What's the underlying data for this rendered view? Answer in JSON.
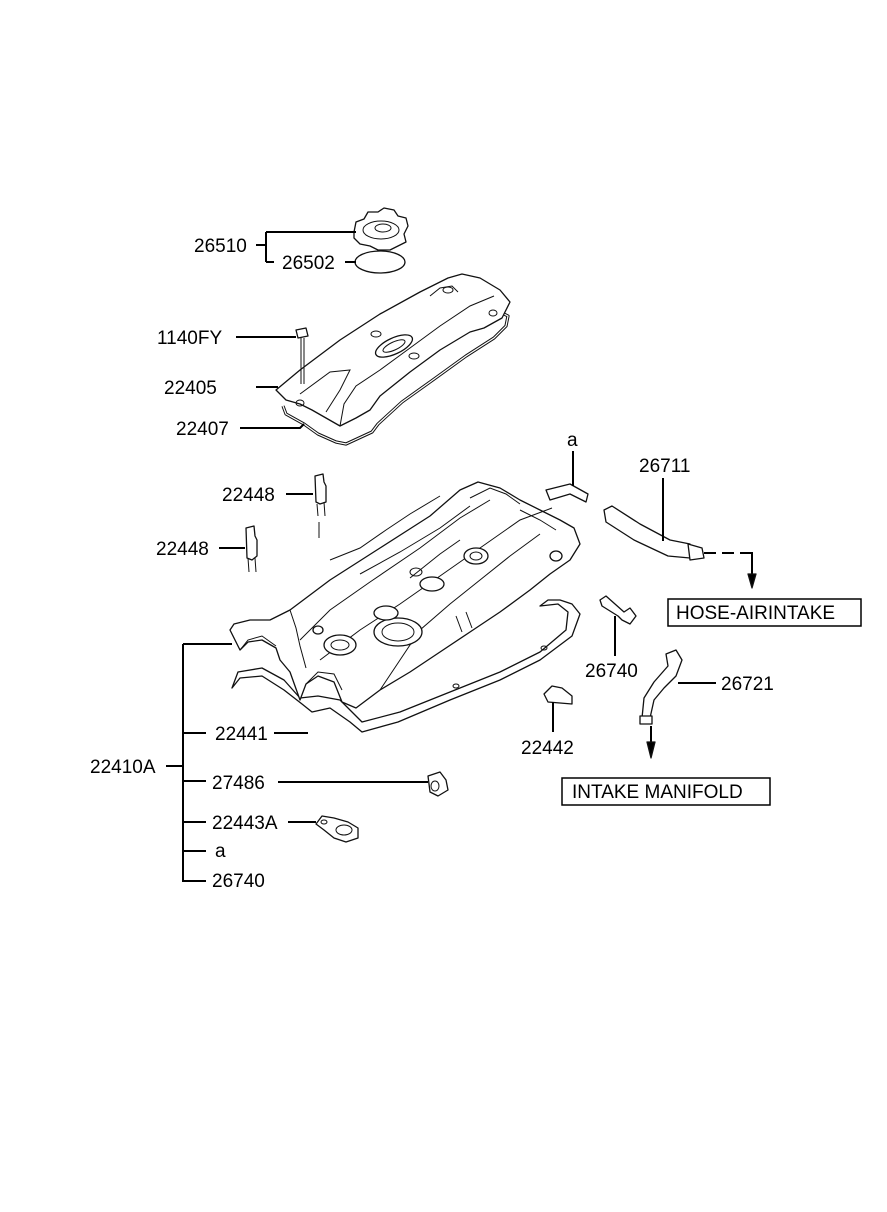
{
  "callouts": {
    "c26510": "26510",
    "c26502": "26502",
    "c1140FY": "1140FY",
    "c22405": "22405",
    "c22407": "22407",
    "c22448a": "22448",
    "c22448b": "22448",
    "a_top": "a",
    "c26711": "26711",
    "c26740_right": "26740",
    "c26721": "26721",
    "c22442": "22442",
    "c22441": "22441",
    "c22410A": "22410A",
    "c27486": "27486",
    "c22443A": "22443A",
    "a_list": "a",
    "c26740_list": "26740"
  },
  "boxes": {
    "hose_airintake": "HOSE-AIRINTAKE",
    "intake_manifold": "INTAKE MANIFOLD"
  }
}
